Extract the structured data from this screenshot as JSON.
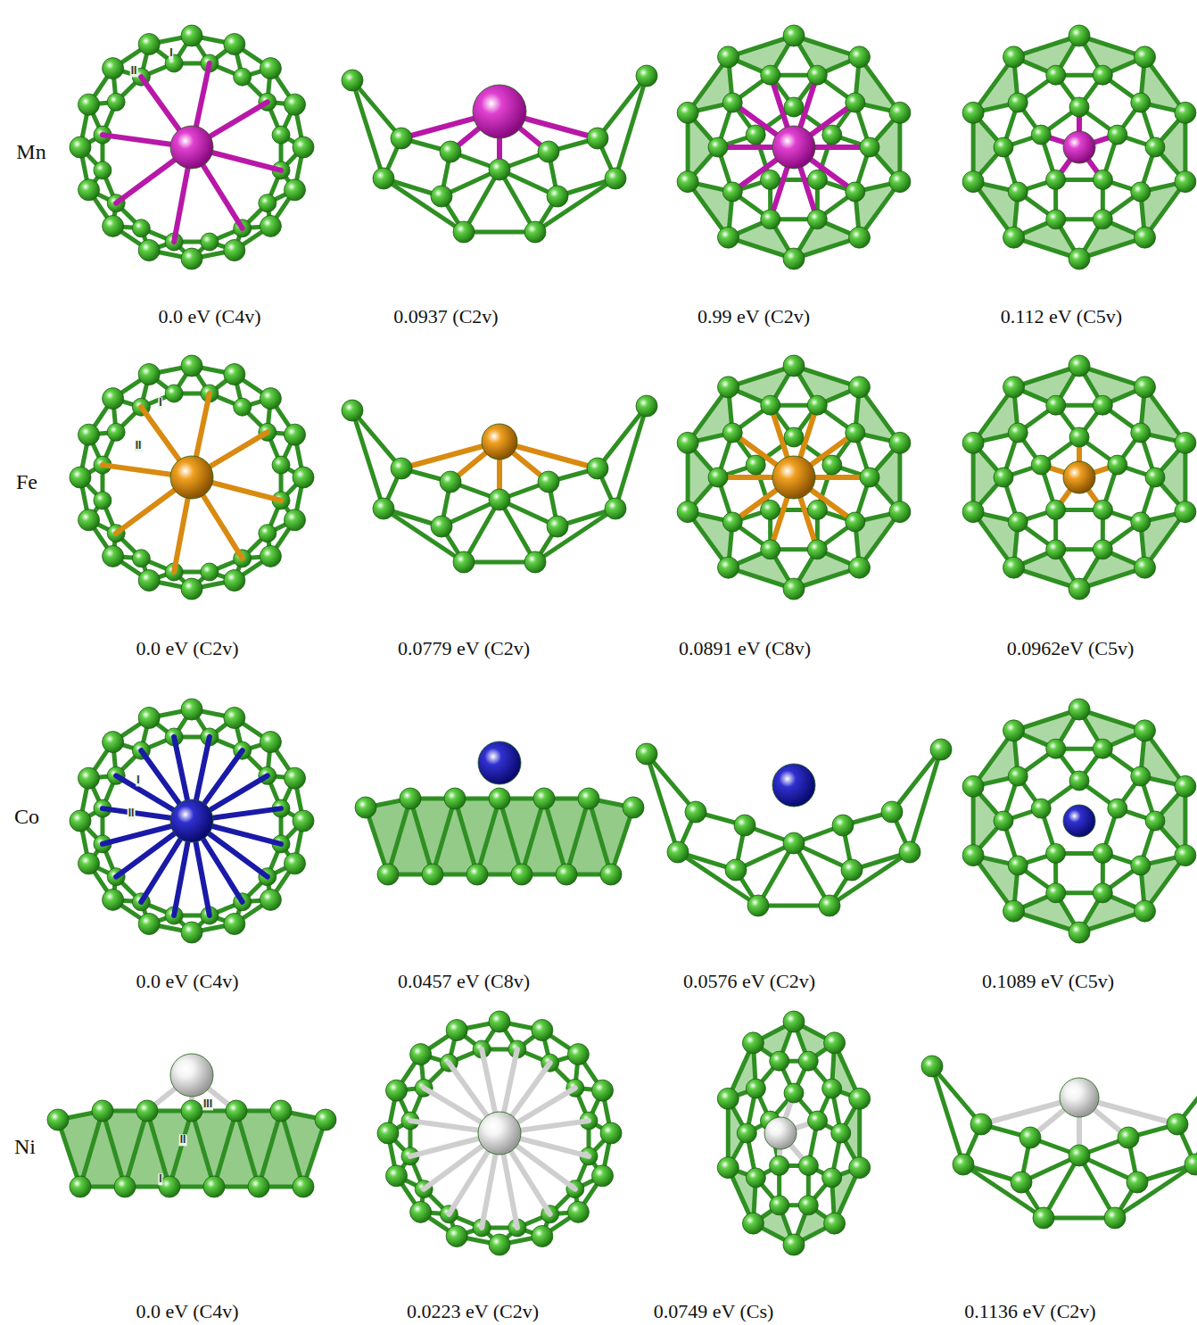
{
  "diagram": {
    "labels": [
      "Mn",
      "I",
      "II",
      "0.0 eV (C4v)",
      "0.0937 (C2v)",
      "0.99 eV (C2v)",
      "0.112 eV (C5v)",
      "Fe",
      "I",
      "II",
      "0.0 eV (C2v)",
      "0.0779 eV (C2v)",
      "0.0891 eV (C8v)",
      "0.0962eV (C5v)",
      "Co",
      "I",
      "II",
      "0.0 eV (C4v)",
      "0.0457 eV (C8v)",
      "0.0576 eV (C2v)",
      "0.1089 eV (C5v)",
      "Ni",
      "III",
      "II",
      "I",
      "0.0 eV (C4v)",
      "0.0223 eV (C2v)",
      "0.0749 eV (Cs)",
      "0.1136 eV (C2v)"
    ]
  }
}
